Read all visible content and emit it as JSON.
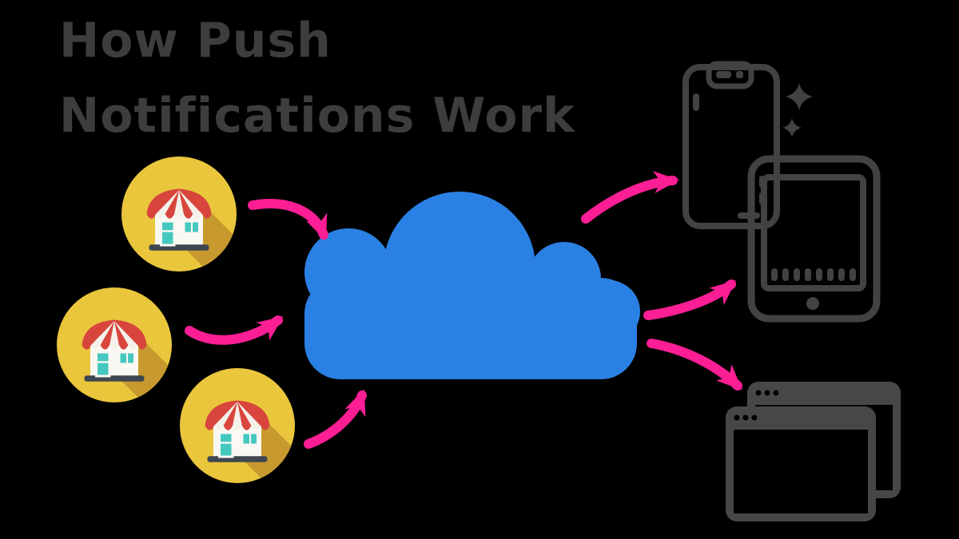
{
  "title": {
    "line1": "How Push",
    "line2": "Notifications Work"
  },
  "colors": {
    "background": "#000000",
    "title_gray": "#3D3D3D",
    "arrow_pink": "#FB1E95",
    "cloud_blue": "#2B80E3",
    "device_gray": "#424242",
    "browser_gray": "#474747",
    "store_yellow": "#EAC63D",
    "store_shadow": "#C8992E",
    "awning_red": "#D8453C",
    "awning_white": "#F4F1EA",
    "building_white": "#FAF8F3",
    "store_teal": "#45C8BF",
    "base_gray": "#3E4750"
  },
  "icons": {
    "store": "storefront-icon",
    "cloud": "push-service-cloud-icon",
    "smartphone": "smartphone-icon",
    "tablet": "tablet-icon",
    "browser": "browser-windows-icon",
    "sparkles": "sparkles-icon",
    "arrow": "curved-arrow-icon"
  },
  "diagram": {
    "senders": [
      "store-1",
      "store-2",
      "store-3"
    ],
    "hub": "push-service-cloud",
    "receivers": [
      "smartphone",
      "tablet",
      "browser-windows"
    ],
    "edges": [
      {
        "from": "store-1",
        "to": "push-service-cloud"
      },
      {
        "from": "store-2",
        "to": "push-service-cloud"
      },
      {
        "from": "store-3",
        "to": "push-service-cloud"
      },
      {
        "from": "push-service-cloud",
        "to": "smartphone"
      },
      {
        "from": "push-service-cloud",
        "to": "tablet"
      },
      {
        "from": "push-service-cloud",
        "to": "browser-windows"
      }
    ]
  }
}
